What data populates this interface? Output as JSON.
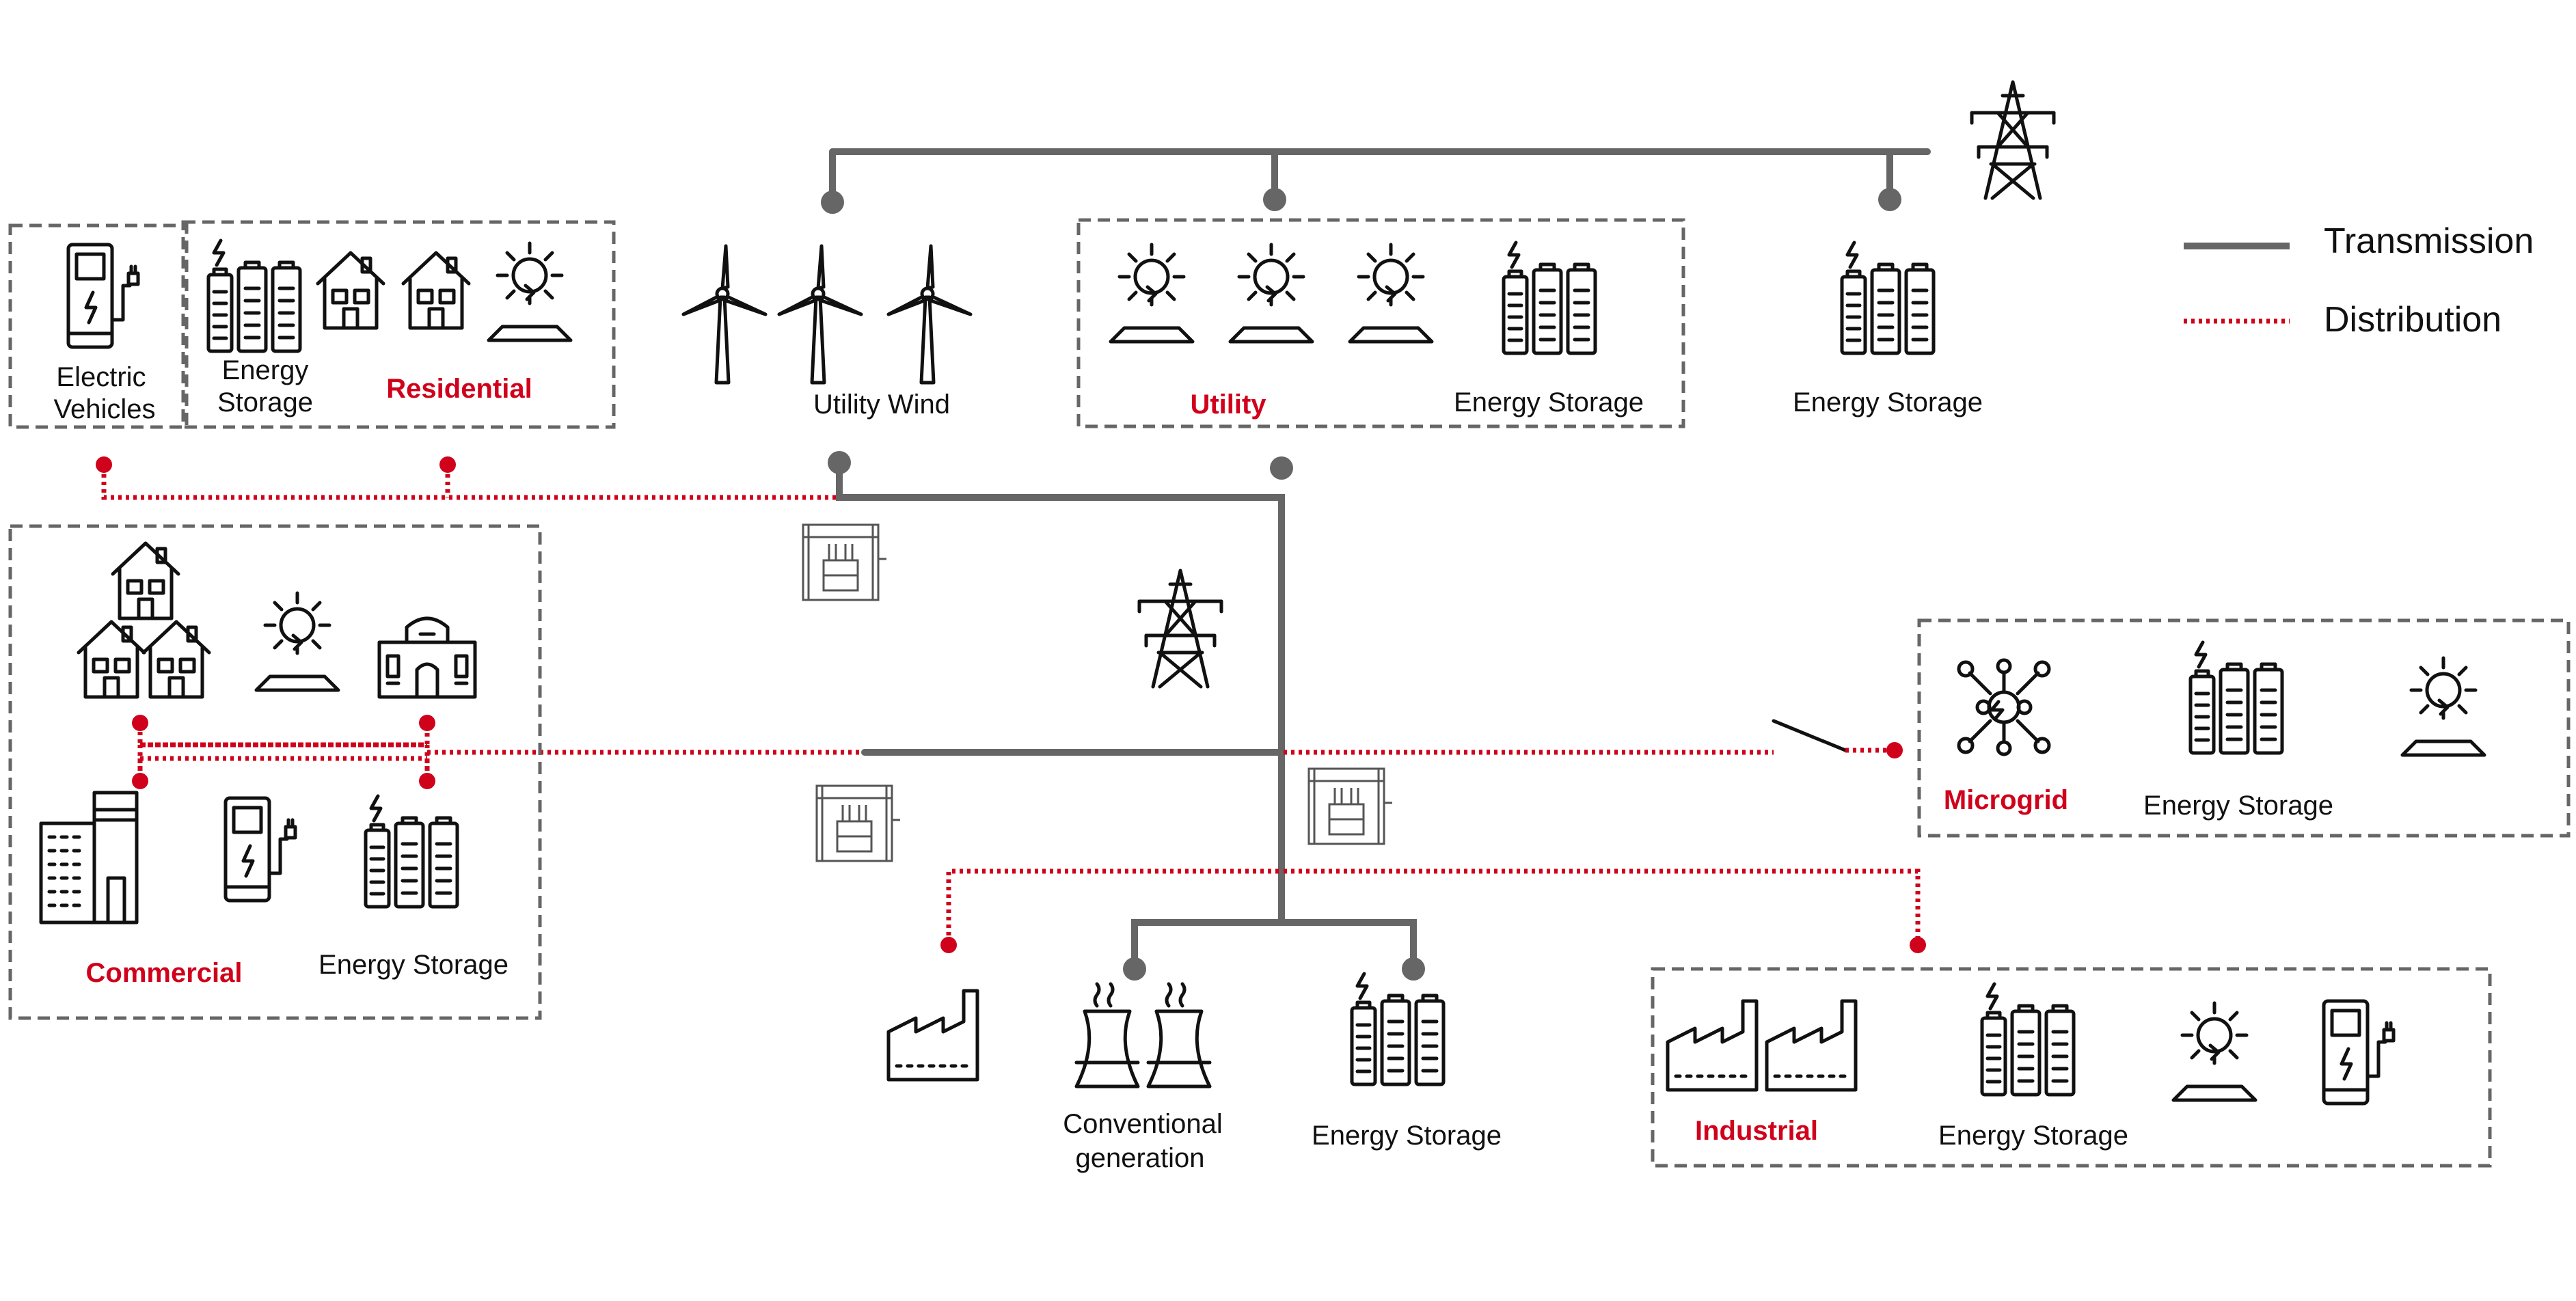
{
  "colors": {
    "transmission": "#666666",
    "distribution": "#d0021b",
    "highlight": "#d0021b",
    "box_border": "#666666"
  },
  "legend": {
    "transmission": "Transmission",
    "distribution": "Distribution"
  },
  "labels": {
    "electric_vehicles_1": "Electric",
    "electric_vehicles_2": "Vehicles",
    "residential_storage_1": "Energy",
    "residential_storage_2": "Storage",
    "residential": "Residential",
    "utility_wind": "Utility Wind",
    "utility": "Utility",
    "utility_storage": "Energy Storage",
    "transmission_storage": "Energy Storage",
    "commercial": "Commercial",
    "commercial_storage": "Energy Storage",
    "microgrid": "Microgrid",
    "microgrid_storage": "Energy Storage",
    "conventional_1": "Conventional",
    "conventional_2": "generation",
    "generation_storage": "Energy Storage",
    "industrial": "Industrial",
    "industrial_storage": "Energy Storage"
  },
  "icons": [
    "transmission-tower-icon",
    "wind-turbine-icon",
    "solar-panel-icon",
    "battery-storage-icon",
    "house-icon",
    "ev-charger-icon",
    "office-building-icon",
    "town-hall-icon",
    "substation-transformer-icon",
    "factory-icon",
    "cooling-tower-icon",
    "microgrid-network-icon",
    "open-switch-icon"
  ]
}
